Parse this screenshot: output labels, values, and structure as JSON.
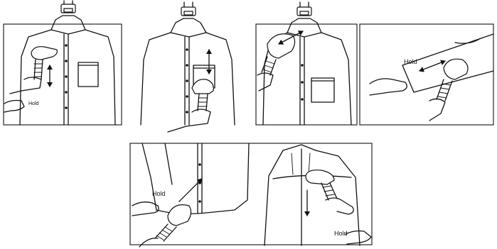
{
  "labels": {
    "panel1_hold": "Hold",
    "panel4_hold": "Hold",
    "panel5_hold": "Hold",
    "panel6_hold": "Hold"
  },
  "panels": [
    {
      "id": "panel-1",
      "direction": "vertical-up-down"
    },
    {
      "id": "panel-2",
      "direction": "vertical-up-down"
    },
    {
      "id": "panel-3",
      "direction": "diagonal-collar"
    },
    {
      "id": "panel-4",
      "direction": "diagonal-sleeve"
    },
    {
      "id": "panel-5",
      "direction": "diagonal-up"
    },
    {
      "id": "panel-6",
      "direction": "down"
    }
  ],
  "colors": {
    "line": "#111111",
    "background": "#ffffff"
  }
}
